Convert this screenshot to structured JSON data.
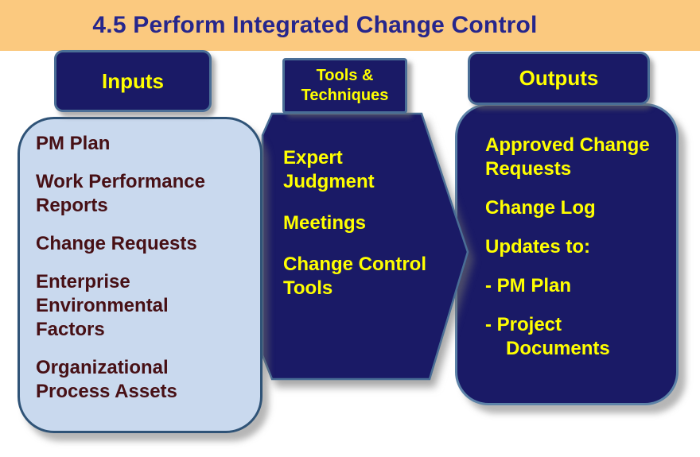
{
  "title": "4.5 Perform Integrated Change Control",
  "colors": {
    "band_orange": "#FBC97F",
    "navy_fill": "#1A1A66",
    "steel_border": "#4A6E96",
    "inputs_fill": "#C9D9EE",
    "inputs_border": "#2F5377",
    "yellow_text": "#FFFF00",
    "maroon_text": "#471015",
    "title_navy": "#26268C"
  },
  "inputs": {
    "header": "Inputs",
    "items": [
      "PM Plan",
      "Work Performance\nReports",
      "Change Requests",
      "Enterprise\nEnvironmental\nFactors",
      "Organizational\nProcess Assets"
    ]
  },
  "tools": {
    "header": "Tools &\nTechniques",
    "items": [
      "Expert\nJudgment",
      "Meetings",
      "Change Control\nTools"
    ]
  },
  "outputs": {
    "header": "Outputs",
    "items": [
      "Approved Change\nRequests",
      "Change Log",
      "Updates to:",
      "- PM Plan",
      "- Project\nDocuments"
    ]
  }
}
